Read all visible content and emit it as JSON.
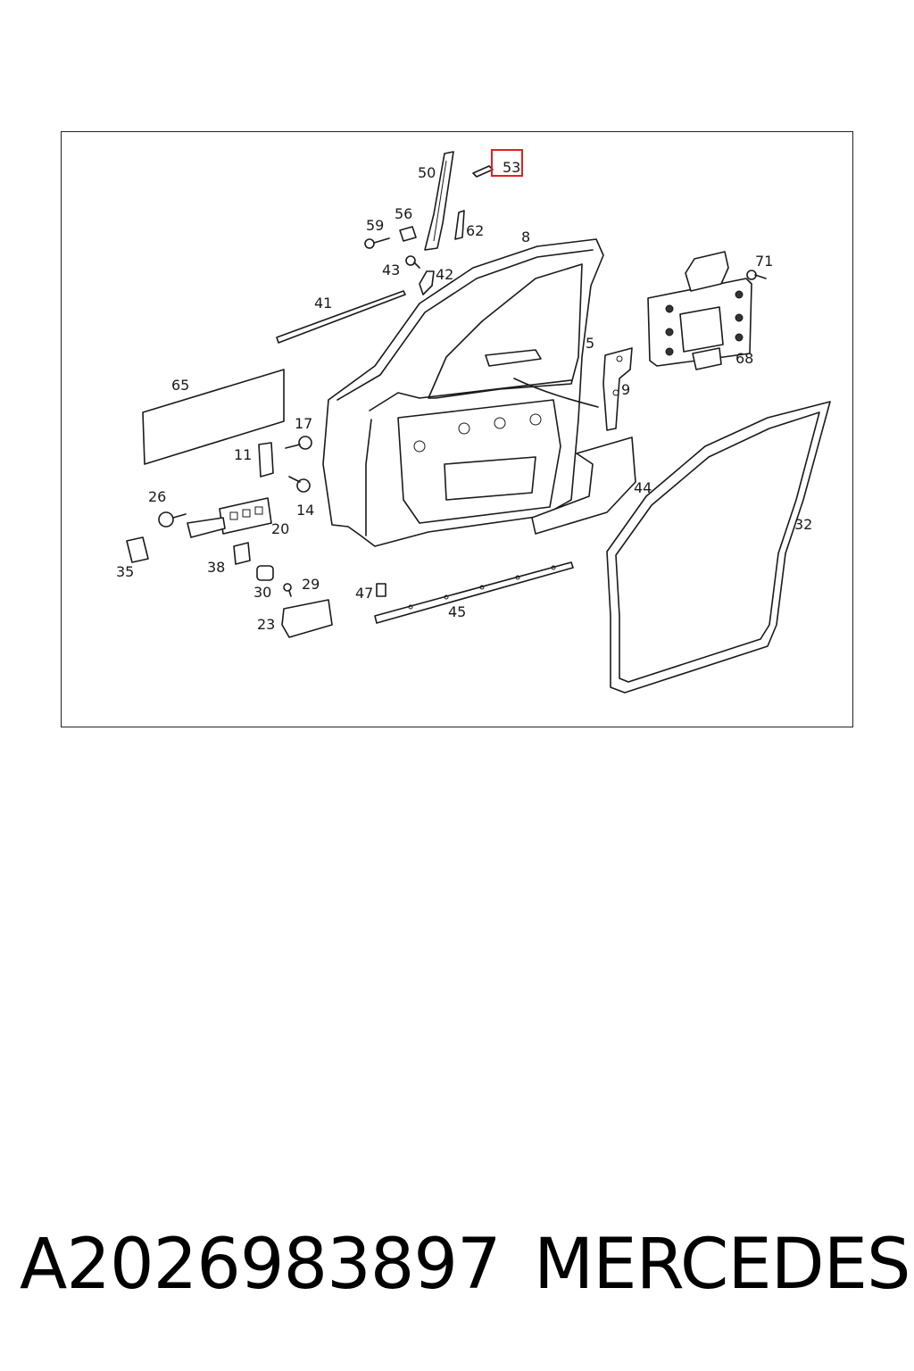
{
  "diagram": {
    "highlight_color": "#e02020",
    "highlighted_callout": "53",
    "callouts": {
      "c50": "50",
      "c53": "53",
      "c56": "56",
      "c59": "59",
      "c62": "62",
      "c8": "8",
      "c43": "43",
      "c42": "42",
      "c71": "71",
      "c41": "41",
      "c5": "5",
      "c68": "68",
      "c65": "65",
      "c9": "9",
      "c17": "17",
      "c11": "11",
      "c44": "44",
      "c26": "26",
      "c14": "14",
      "c20": "20",
      "c32": "32",
      "c35": "35",
      "c38": "38",
      "c29": "29",
      "c30": "30",
      "c47": "47",
      "c45": "45",
      "c23": "23"
    }
  },
  "caption": {
    "part_number": "A2026983897",
    "brand": "MERCEDES"
  }
}
